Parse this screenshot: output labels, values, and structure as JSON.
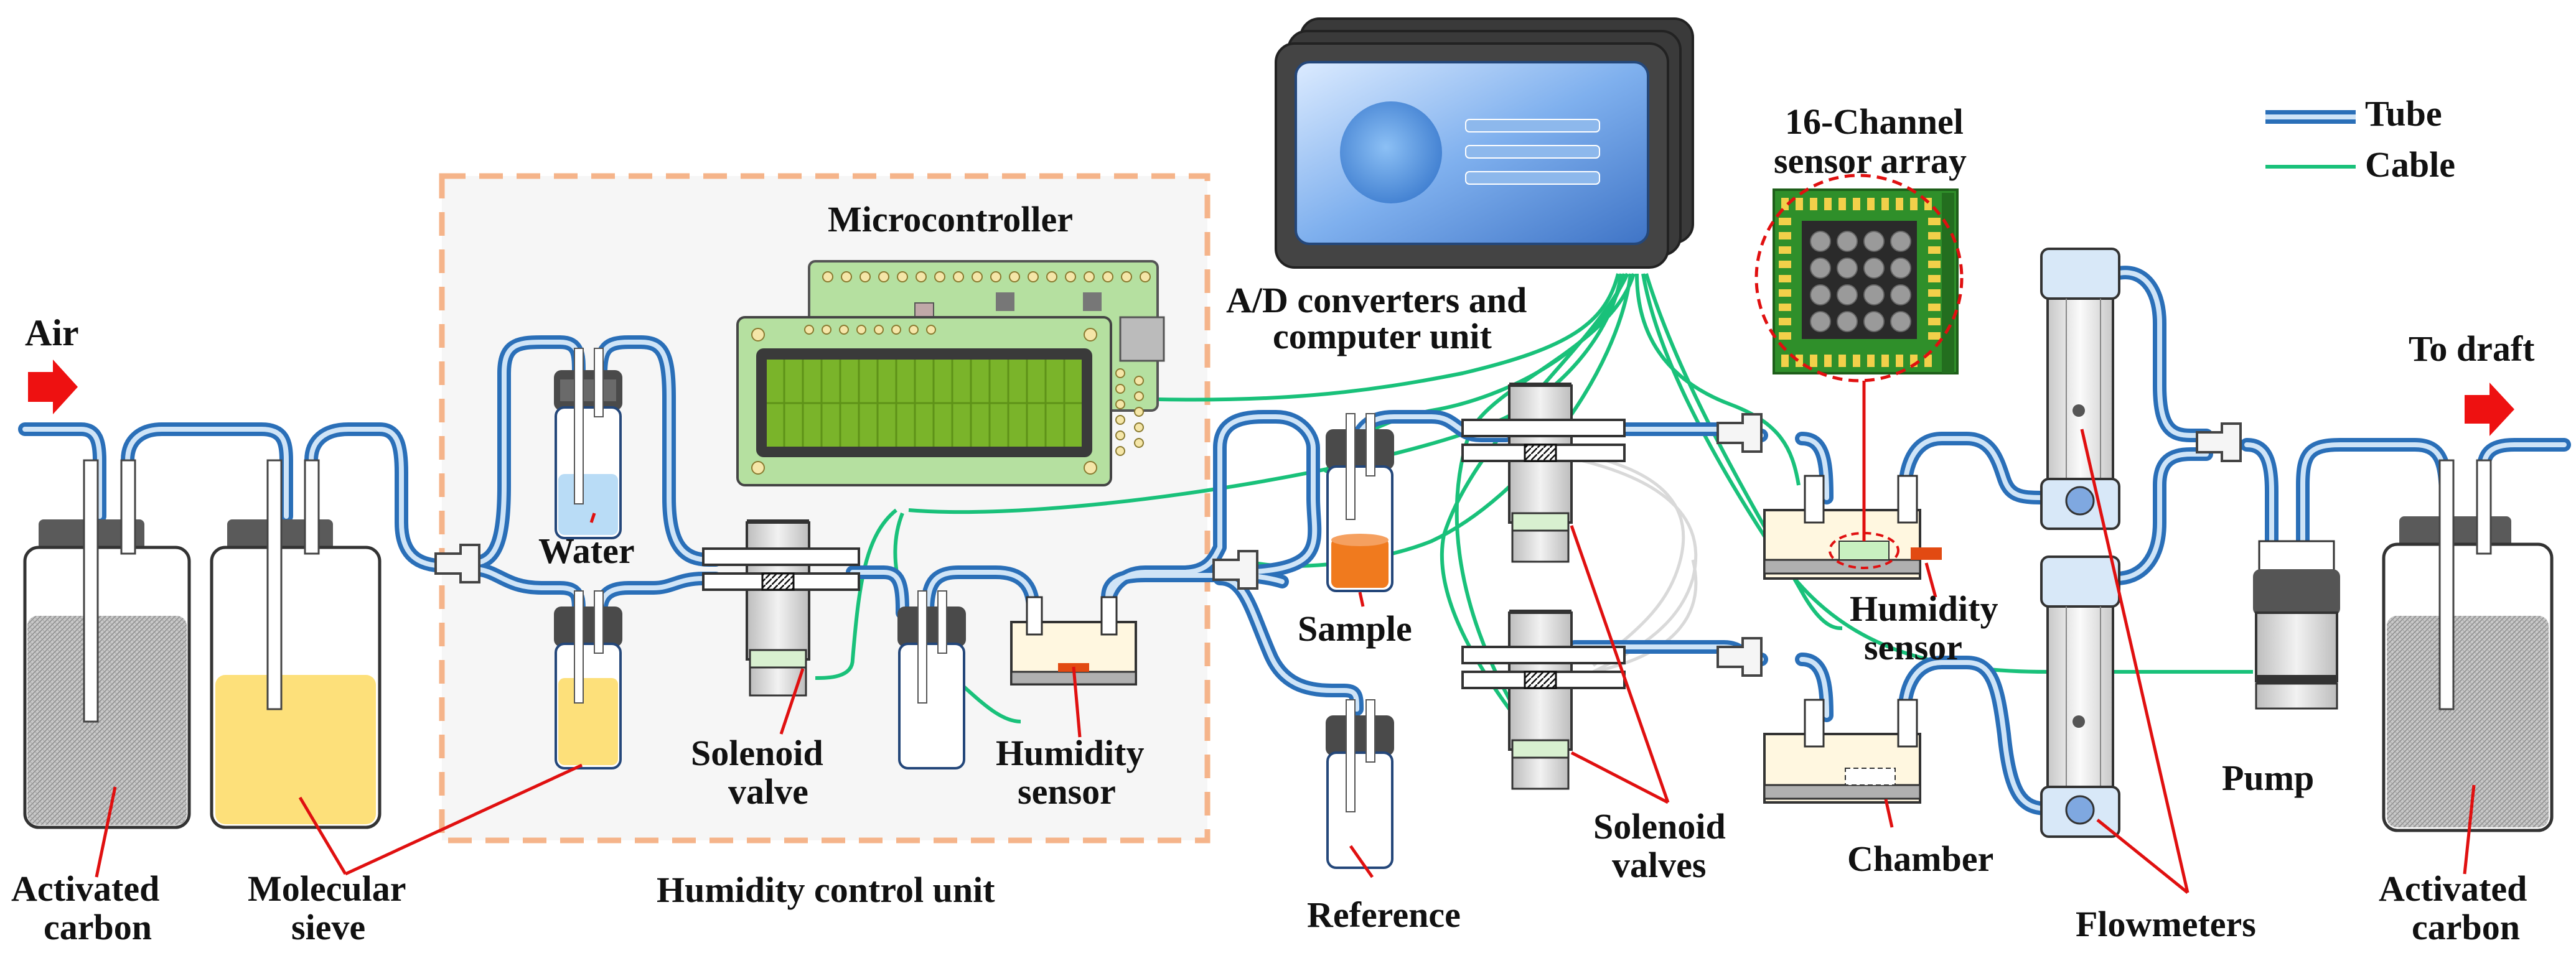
{
  "labels": {
    "air": "Air",
    "to_draft": "To draft",
    "water": "Water",
    "microcontroller": "Microcontroller",
    "ad_converters_line1": "A/D converters and",
    "ad_converters_line2": "computer unit",
    "sensor_array_line1": "16-Channel",
    "sensor_array_line2": "sensor array",
    "humidity_sensor_right_line1": "Humidity",
    "humidity_sensor_right_line2": "sensor",
    "humidity_sensor_left_line1": "Humidity",
    "humidity_sensor_left_line2": "sensor",
    "sample": "Sample",
    "reference": "Reference",
    "solenoid_valve_line1": "Solenoid",
    "solenoid_valve_line2": "valve",
    "solenoid_valves_line1": "Solenoid",
    "solenoid_valves_line2": "valves",
    "chamber": "Chamber",
    "flowmeters": "Flowmeters",
    "pump": "Pump",
    "activated_carbon_left_line1": "Activated",
    "activated_carbon_left_line2": "carbon",
    "activated_carbon_right_line1": "Activated",
    "activated_carbon_right_line2": "carbon",
    "molecular_sieve_line1": "Molecular",
    "molecular_sieve_line2": "sieve",
    "humidity_control_unit": "Humidity control unit"
  },
  "legend": {
    "tube": "Tube",
    "cable": "Cable"
  },
  "colors": {
    "tube_blue": "#2a6fb8",
    "tube_light": "#cfe4f7",
    "cable_green": "#19c17a",
    "arrow_red": "#ee1111",
    "pointer_red": "#e01010",
    "dashed_box": "#f5b48a",
    "lcd_green": "#7ab42a",
    "pcb_green": "#2f8f2a",
    "sieve_yellow": "#fde07a",
    "sample_orange": "#f07a1e",
    "monitor_blue": "#5a8fd6"
  }
}
